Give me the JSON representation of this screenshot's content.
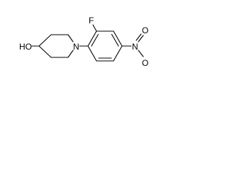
{
  "molecule": {
    "atoms": {
      "hydroxyl": "HO",
      "nitrogen": "N",
      "fluorine": "F",
      "nitro_nitrogen": "N",
      "nitro_oxygen_top": "O",
      "nitro_oxygen_bottom": "O"
    },
    "colors": {
      "ink": "#000000",
      "background": "#ffffff"
    }
  }
}
